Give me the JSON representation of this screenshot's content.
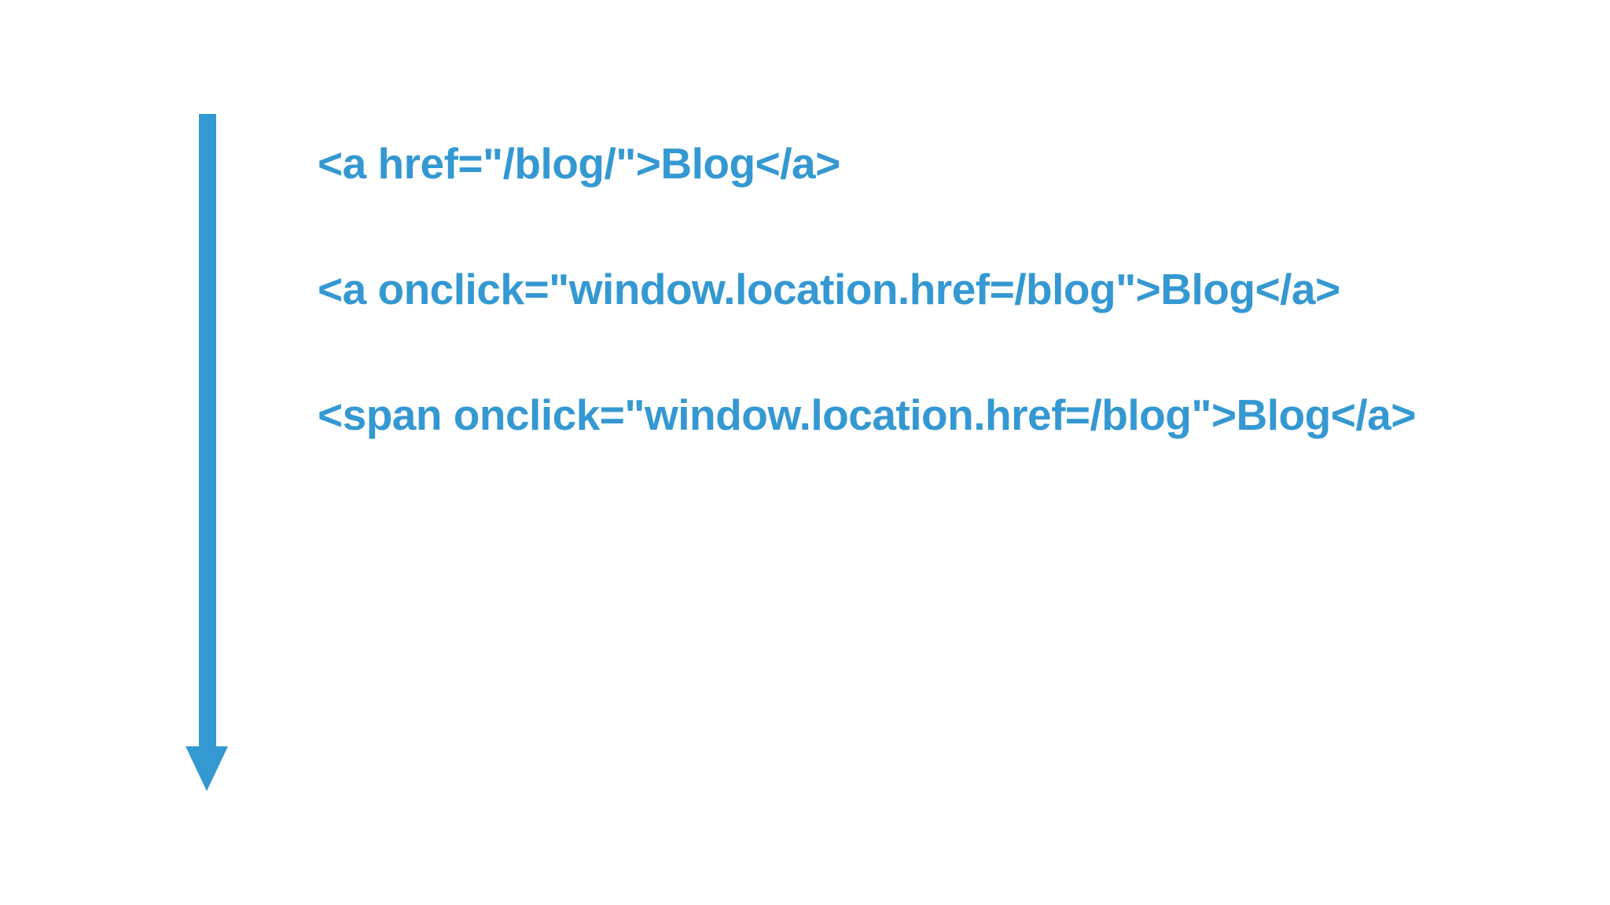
{
  "slide": {
    "background_color": "#ffffff",
    "accent_color": "#3498d2"
  },
  "annotation": {
    "arrow": {
      "icon": "down-arrow-icon",
      "direction": "down",
      "color": "#3498d2"
    }
  },
  "code": {
    "color": "#3498d2",
    "lines": [
      {
        "id": "line-1",
        "text": "<a href=\"/blog/\">Blog</a>"
      },
      {
        "id": "line-2",
        "text": "<a onclick=\"window.location.href=/blog\">Blog</a>"
      },
      {
        "id": "line-3",
        "text": "<span onclick=\"window.location.href=/blog\">Blog</a>"
      }
    ]
  }
}
